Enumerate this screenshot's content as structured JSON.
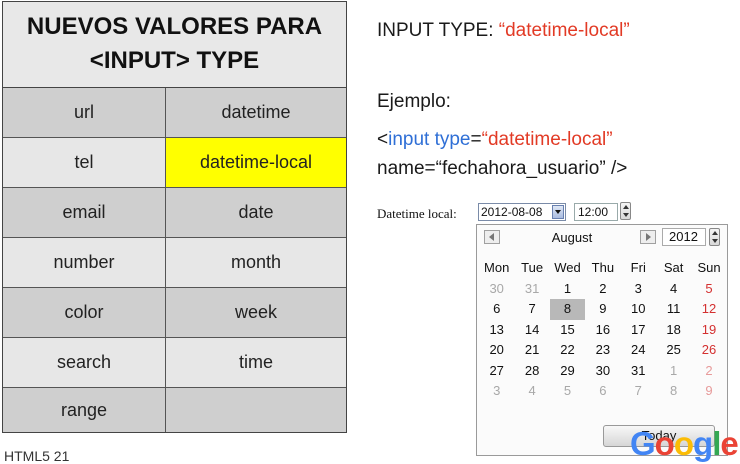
{
  "table": {
    "header_line1": "NUEVOS VALORES PARA",
    "header_line2": "<INPUT> TYPE",
    "rows": [
      {
        "left": "url",
        "right": "datetime"
      },
      {
        "left": "tel",
        "right": "datetime-local"
      },
      {
        "left": "email",
        "right": "date"
      },
      {
        "left": "number",
        "right": "month"
      },
      {
        "left": "color",
        "right": "week"
      },
      {
        "left": "search",
        "right": "time"
      },
      {
        "left": "range",
        "right": ""
      }
    ],
    "highlight_color": "#ffff00"
  },
  "slide": {
    "input_type_prefix": "INPUT TYPE: ",
    "input_type_value": "“datetime-local”",
    "example_heading": "Ejemplo:",
    "code_open": "<",
    "code_tag": "input type",
    "code_eq": "=",
    "code_value": "“datetime-local”",
    "code_line2": "name=“fechahora_usuario”  />"
  },
  "widget": {
    "label": "Datetime local:",
    "date_value": "2012-08-08",
    "time_value": "12:00",
    "calendar": {
      "month": "August",
      "year": "2012",
      "weekdays": [
        "Mon",
        "Tue",
        "Wed",
        "Thu",
        "Fri",
        "Sat",
        "Sun"
      ],
      "weeks": [
        [
          "30",
          "31",
          "1",
          "2",
          "3",
          "4",
          "5"
        ],
        [
          "6",
          "7",
          "8",
          "9",
          "10",
          "11",
          "12"
        ],
        [
          "13",
          "14",
          "15",
          "16",
          "17",
          "18",
          "19"
        ],
        [
          "20",
          "21",
          "22",
          "23",
          "24",
          "25",
          "26"
        ],
        [
          "27",
          "28",
          "29",
          "30",
          "31",
          "1",
          "2"
        ],
        [
          "3",
          "4",
          "5",
          "6",
          "7",
          "8",
          "9"
        ]
      ],
      "selected_day": "8",
      "today_label": "Today"
    }
  },
  "watermark": {
    "letters": [
      "G",
      "o",
      "o",
      "g",
      "l",
      "e"
    ]
  },
  "footer": {
    "text": "HTML5 21"
  }
}
